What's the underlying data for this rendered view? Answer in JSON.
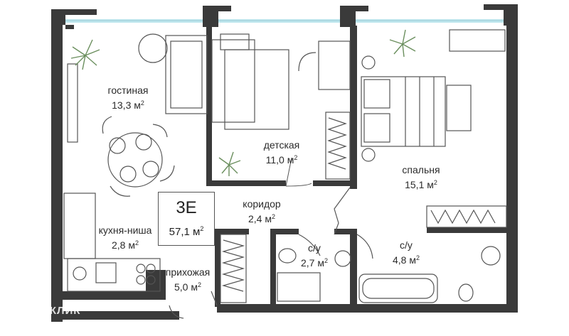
{
  "plan": {
    "type_code": "3Е",
    "total_area": "57,1 м",
    "area_unit_power": "2",
    "rooms": [
      {
        "id": "living",
        "name": "гостиная",
        "area": "13,3 м",
        "power": "2"
      },
      {
        "id": "kids",
        "name": "детская",
        "area": "11,0 м",
        "power": "2"
      },
      {
        "id": "bedroom",
        "name": "спальня",
        "area": "15,1 м",
        "power": "2"
      },
      {
        "id": "corridor",
        "name": "коридор",
        "area": "2,4 м",
        "power": "2"
      },
      {
        "id": "kitchen",
        "name": "кухня-ниша",
        "area": "2,8 м",
        "power": "2"
      },
      {
        "id": "bath1",
        "name": "с/у",
        "area": "2,7 м",
        "power": "2"
      },
      {
        "id": "bath2",
        "name": "с/у",
        "area": "4,8 м",
        "power": "2"
      },
      {
        "id": "hall",
        "name": "прихожая",
        "area": "5,0 м",
        "power": "2"
      }
    ]
  },
  "watermark": "ДОМКЛИК",
  "colors": {
    "wall": "#3a3a3a",
    "window": "#bfe7ee",
    "furniture": "#555555",
    "plant": "#6b8f5e"
  }
}
